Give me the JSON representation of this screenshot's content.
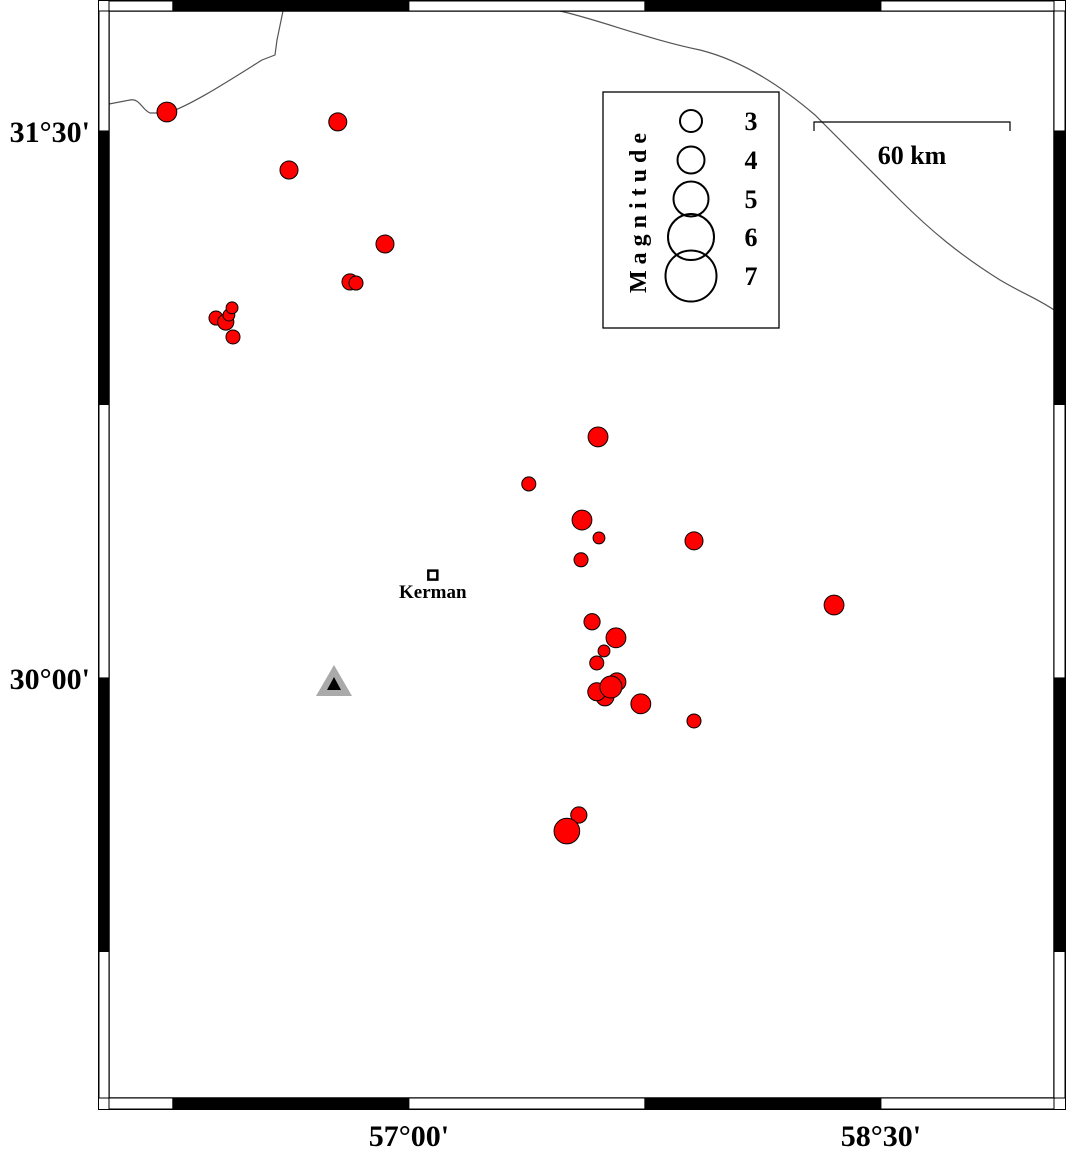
{
  "map": {
    "extent": {
      "lon_min": 56.047,
      "lon_max": 59.05,
      "lat_min": 28.848,
      "lat_max": 31.829
    },
    "ticks": {
      "x": [
        {
          "lon": 57.0,
          "label": "57°00'"
        },
        {
          "lon": 58.5,
          "label": "58°30'"
        }
      ],
      "y": [
        {
          "lat": 31.5,
          "label": "31°30'"
        },
        {
          "lat": 30.0,
          "label": "30°00'"
        }
      ]
    },
    "scale_bar": {
      "label": "60 km",
      "length_km": 60
    },
    "colors": {
      "event_fill": "#ff0000",
      "station_outer": "#aaaaaa",
      "station_inner": "#000000"
    }
  },
  "legend": {
    "title": "Magnitude",
    "entries": [
      {
        "magnitude": 3,
        "label": "3"
      },
      {
        "magnitude": 4,
        "label": "4"
      },
      {
        "magnitude": 5,
        "label": "5"
      },
      {
        "magnitude": 6,
        "label": "6"
      },
      {
        "magnitude": 7,
        "label": "7"
      }
    ]
  },
  "city": {
    "name": "Kerman",
    "lon": 57.076,
    "lat": 30.282
  },
  "station": {
    "lon": 56.762,
    "lat": 29.986
  },
  "events": [
    {
      "lon": 56.231,
      "lat": 31.552,
      "mag": 2.7
    },
    {
      "lon": 56.774,
      "lat": 31.525,
      "mag": 2.45
    },
    {
      "lon": 56.619,
      "lat": 31.393,
      "mag": 2.45
    },
    {
      "lon": 56.924,
      "lat": 31.19,
      "mag": 2.45
    },
    {
      "lon": 56.813,
      "lat": 31.086,
      "mag": 2.2
    },
    {
      "lon": 56.832,
      "lat": 31.083,
      "mag": 1.9
    },
    {
      "lon": 56.387,
      "lat": 30.987,
      "mag": 1.9
    },
    {
      "lon": 56.418,
      "lat": 30.976,
      "mag": 2.2
    },
    {
      "lon": 56.428,
      "lat": 30.995,
      "mag": 1.6
    },
    {
      "lon": 56.438,
      "lat": 31.015,
      "mag": 1.6
    },
    {
      "lon": 56.441,
      "lat": 30.935,
      "mag": 1.9
    },
    {
      "lon": 57.601,
      "lat": 30.661,
      "mag": 2.7
    },
    {
      "lon": 57.381,
      "lat": 30.532,
      "mag": 1.9
    },
    {
      "lon": 57.55,
      "lat": 30.433,
      "mag": 2.7
    },
    {
      "lon": 57.604,
      "lat": 30.384,
      "mag": 1.6
    },
    {
      "lon": 57.547,
      "lat": 30.324,
      "mag": 1.9
    },
    {
      "lon": 57.906,
      "lat": 30.376,
      "mag": 2.45
    },
    {
      "lon": 58.351,
      "lat": 30.2,
      "mag": 2.7
    },
    {
      "lon": 57.582,
      "lat": 30.154,
      "mag": 2.2
    },
    {
      "lon": 57.658,
      "lat": 30.11,
      "mag": 2.7
    },
    {
      "lon": 57.62,
      "lat": 30.074,
      "mag": 1.6
    },
    {
      "lon": 57.597,
      "lat": 30.041,
      "mag": 1.9
    },
    {
      "lon": 57.661,
      "lat": 29.989,
      "mag": 2.45
    },
    {
      "lon": 57.623,
      "lat": 29.948,
      "mag": 2.45
    },
    {
      "lon": 57.597,
      "lat": 29.962,
      "mag": 2.45
    },
    {
      "lon": 57.642,
      "lat": 29.975,
      "mag": 3.0
    },
    {
      "lon": 57.737,
      "lat": 29.929,
      "mag": 2.7
    },
    {
      "lon": 57.906,
      "lat": 29.882,
      "mag": 1.9
    },
    {
      "lon": 57.54,
      "lat": 29.624,
      "mag": 2.2
    },
    {
      "lon": 57.502,
      "lat": 29.58,
      "mag": 3.5
    }
  ]
}
